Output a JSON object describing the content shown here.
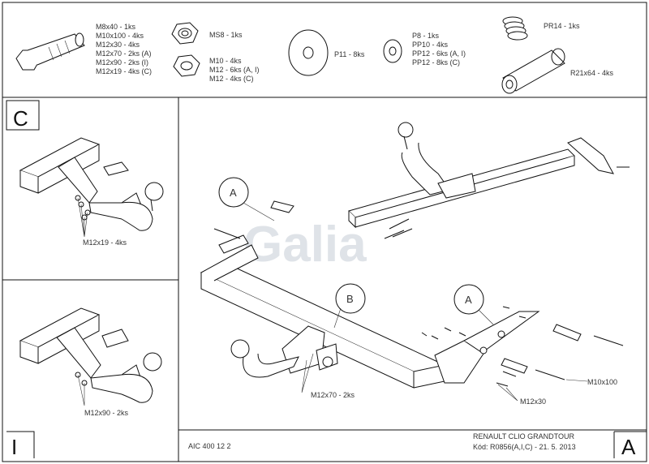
{
  "parts": {
    "bolt_lines": [
      "M8x40 - 1ks",
      "M10x100 - 4ks",
      "M12x30 - 4ks",
      "M12x70 - 2ks (A)",
      "M12x90 - 2ks (I)",
      "M12x19 - 4ks (C)"
    ],
    "nut_m8": "MS8 - 1ks",
    "nut_lines": [
      "M10 - 4ks",
      "M12 - 6ks (A, I)",
      "M12 - 4ks (C)"
    ],
    "washer_large": "P11 - 8ks",
    "washer_lines": [
      "P8 - 1ks",
      "PP10 - 4ks",
      "PP12 - 6ks (A, I)",
      "PP12 - 8ks (C)"
    ],
    "spring": "PR14 - 1ks",
    "tube": "R21x64 - 4ks"
  },
  "variants": {
    "c_letter": "C",
    "c_label": "M12x19 - 4ks",
    "i_label": "M12x90 - 2ks",
    "i_letter": "I"
  },
  "main": {
    "callout_a_top": "A",
    "callout_b": "B",
    "callout_a_right": "A",
    "label_m12x70": "M12x70 - 2ks",
    "label_m10x100": "M10x100",
    "label_m12x30": "M12x30",
    "watermark": "Galia"
  },
  "footer": {
    "code_left": "AIC 400 12 2",
    "vehicle": "RENAULT CLIO GRANDTOUR",
    "code": "Kód: R0856(A,I,C) - 21. 5. 2013",
    "letter": "A"
  }
}
